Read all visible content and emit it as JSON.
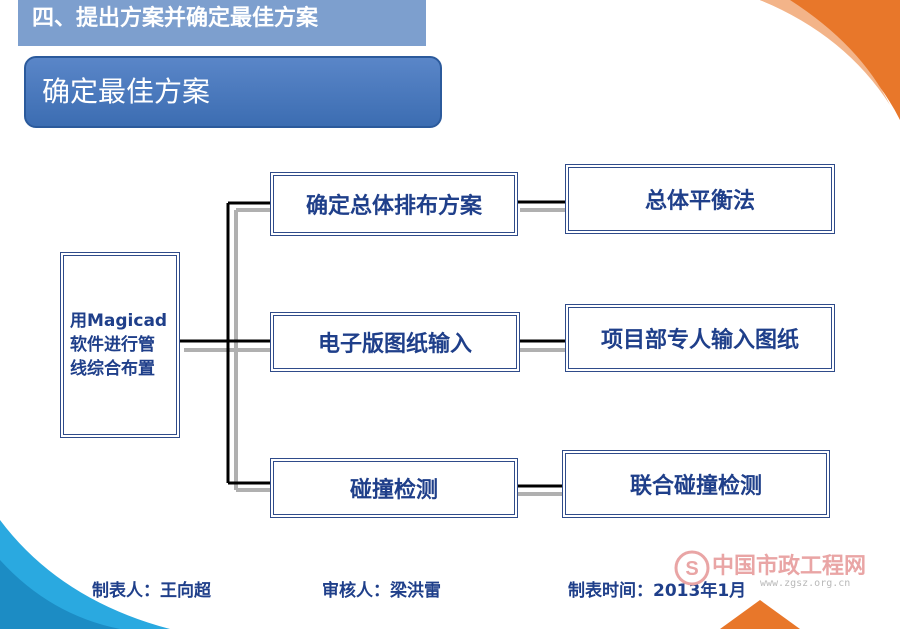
{
  "header": {
    "banner": "四、提出方案并确定最佳方案",
    "title": "确定最佳方案"
  },
  "diagram": {
    "root": "用Magicad软件进行管线综合布置",
    "branches": [
      {
        "label": "确定总体排布方案",
        "result": "总体平衡法"
      },
      {
        "label": "电子版图纸输入",
        "result": "项目部专人输入图纸"
      },
      {
        "label": "碰撞检测",
        "result": "联合碰撞检测"
      }
    ]
  },
  "footer": {
    "maker": "制表人：王向超",
    "reviewer": "审核人：梁洪雷",
    "date": "制表时间：2013年1月"
  },
  "watermark": {
    "name": "中国市政工程网",
    "url": "www.zgsz.org.cn"
  },
  "colors": {
    "banner": "#7d9fce",
    "title_box": "#4a7bc0",
    "node_text": "#1f3f8a",
    "corner_orange": "#e8772a",
    "corner_cyan": "#2aa9e0"
  }
}
